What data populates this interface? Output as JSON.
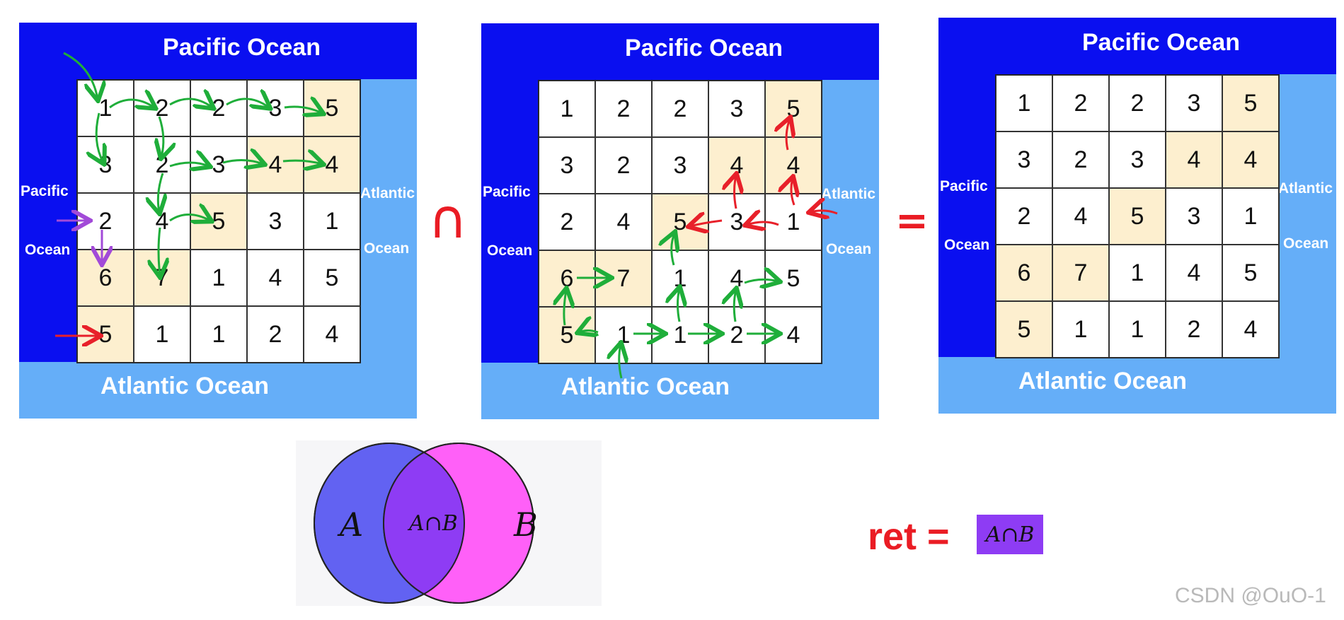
{
  "panels": [
    {
      "id": "p1",
      "top": "Pacific Ocean",
      "bottom": "Atlantic Ocean",
      "left1": "Pacific",
      "left2": "Ocean",
      "right1": "Atlantic",
      "right2": "Ocean"
    },
    {
      "id": "p2",
      "top": "Pacific Ocean",
      "bottom": "Atlantic Ocean",
      "left1": "Pacific",
      "left2": "Ocean",
      "right1": "Atlantic",
      "right2": "Ocean"
    },
    {
      "id": "p3",
      "top": "Pacific Ocean",
      "bottom": "Atlantic Ocean",
      "left1": "Pacific",
      "left2": "Ocean",
      "right1": "Atlantic",
      "right2": "Ocean"
    }
  ],
  "grid_values": [
    [
      1,
      2,
      2,
      3,
      5
    ],
    [
      3,
      2,
      3,
      4,
      4
    ],
    [
      2,
      4,
      5,
      3,
      1
    ],
    [
      6,
      7,
      1,
      4,
      5
    ],
    [
      5,
      1,
      1,
      2,
      4
    ]
  ],
  "highlight_cells": [
    [
      0,
      4
    ],
    [
      1,
      3
    ],
    [
      1,
      4
    ],
    [
      2,
      2
    ],
    [
      3,
      0
    ],
    [
      3,
      1
    ],
    [
      4,
      0
    ]
  ],
  "operators": {
    "intersection": "∩",
    "equals": "="
  },
  "venn": {
    "set_a": "A",
    "set_b": "B",
    "intersection": "A∩B"
  },
  "result": {
    "label": "ret =",
    "value": "A∩B"
  },
  "watermark": "CSDN @OuO-1",
  "colors": {
    "pacific": "#0a0ff0",
    "atlantic": "#65aef8",
    "highlight": "#fdefcf",
    "arrow_green": "#1fae3a",
    "arrow_red": "#e8202a",
    "arrow_purple": "#a24ad8",
    "venn_a": "#6262f2",
    "venn_b": "#ff60f8",
    "venn_overlap": "#8e3cf4",
    "result_text": "#ea1c24"
  }
}
